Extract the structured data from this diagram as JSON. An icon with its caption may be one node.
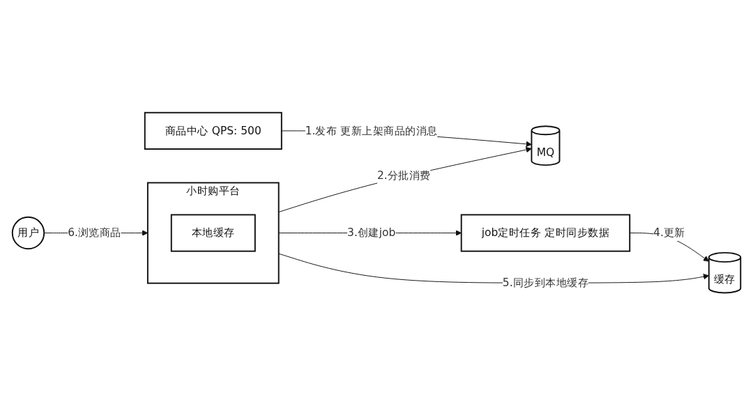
{
  "diagram": {
    "nodes": [
      {
        "text": [
          "用户"
        ]
      },
      {
        "text": [
          "小时购平台"
        ]
      },
      {
        "text": [
          "本地缓存"
        ],
        "in": 1
      },
      {
        "text": [
          "商品中心 QPS: 500"
        ]
      },
      {
        "text": [
          "MQ"
        ]
      },
      {
        "text": [
          "job定时任务 定时同步数据"
        ]
      },
      {
        "text": [
          "缓存"
        ]
      }
    ],
    "edges": [
      {
        "from": 0,
        "to": 1,
        "arrow": "to",
        "label": "6.浏览商品"
      },
      {
        "from": 3,
        "to": 4,
        "arrow": "to",
        "label": "1.发布 更新上架商品的消息"
      },
      {
        "from": 1,
        "to": 4,
        "arrow": "to",
        "label": "2.分批消费"
      },
      {
        "from": 1,
        "to": 5,
        "arrow": "to",
        "label": "3.创建job"
      },
      {
        "from": 5,
        "to": 6,
        "arrow": "to",
        "label": "4.更新"
      },
      {
        "from": 1,
        "to": 6,
        "arrow": "to",
        "label": "5.同步到本地缓存"
      }
    ]
  }
}
